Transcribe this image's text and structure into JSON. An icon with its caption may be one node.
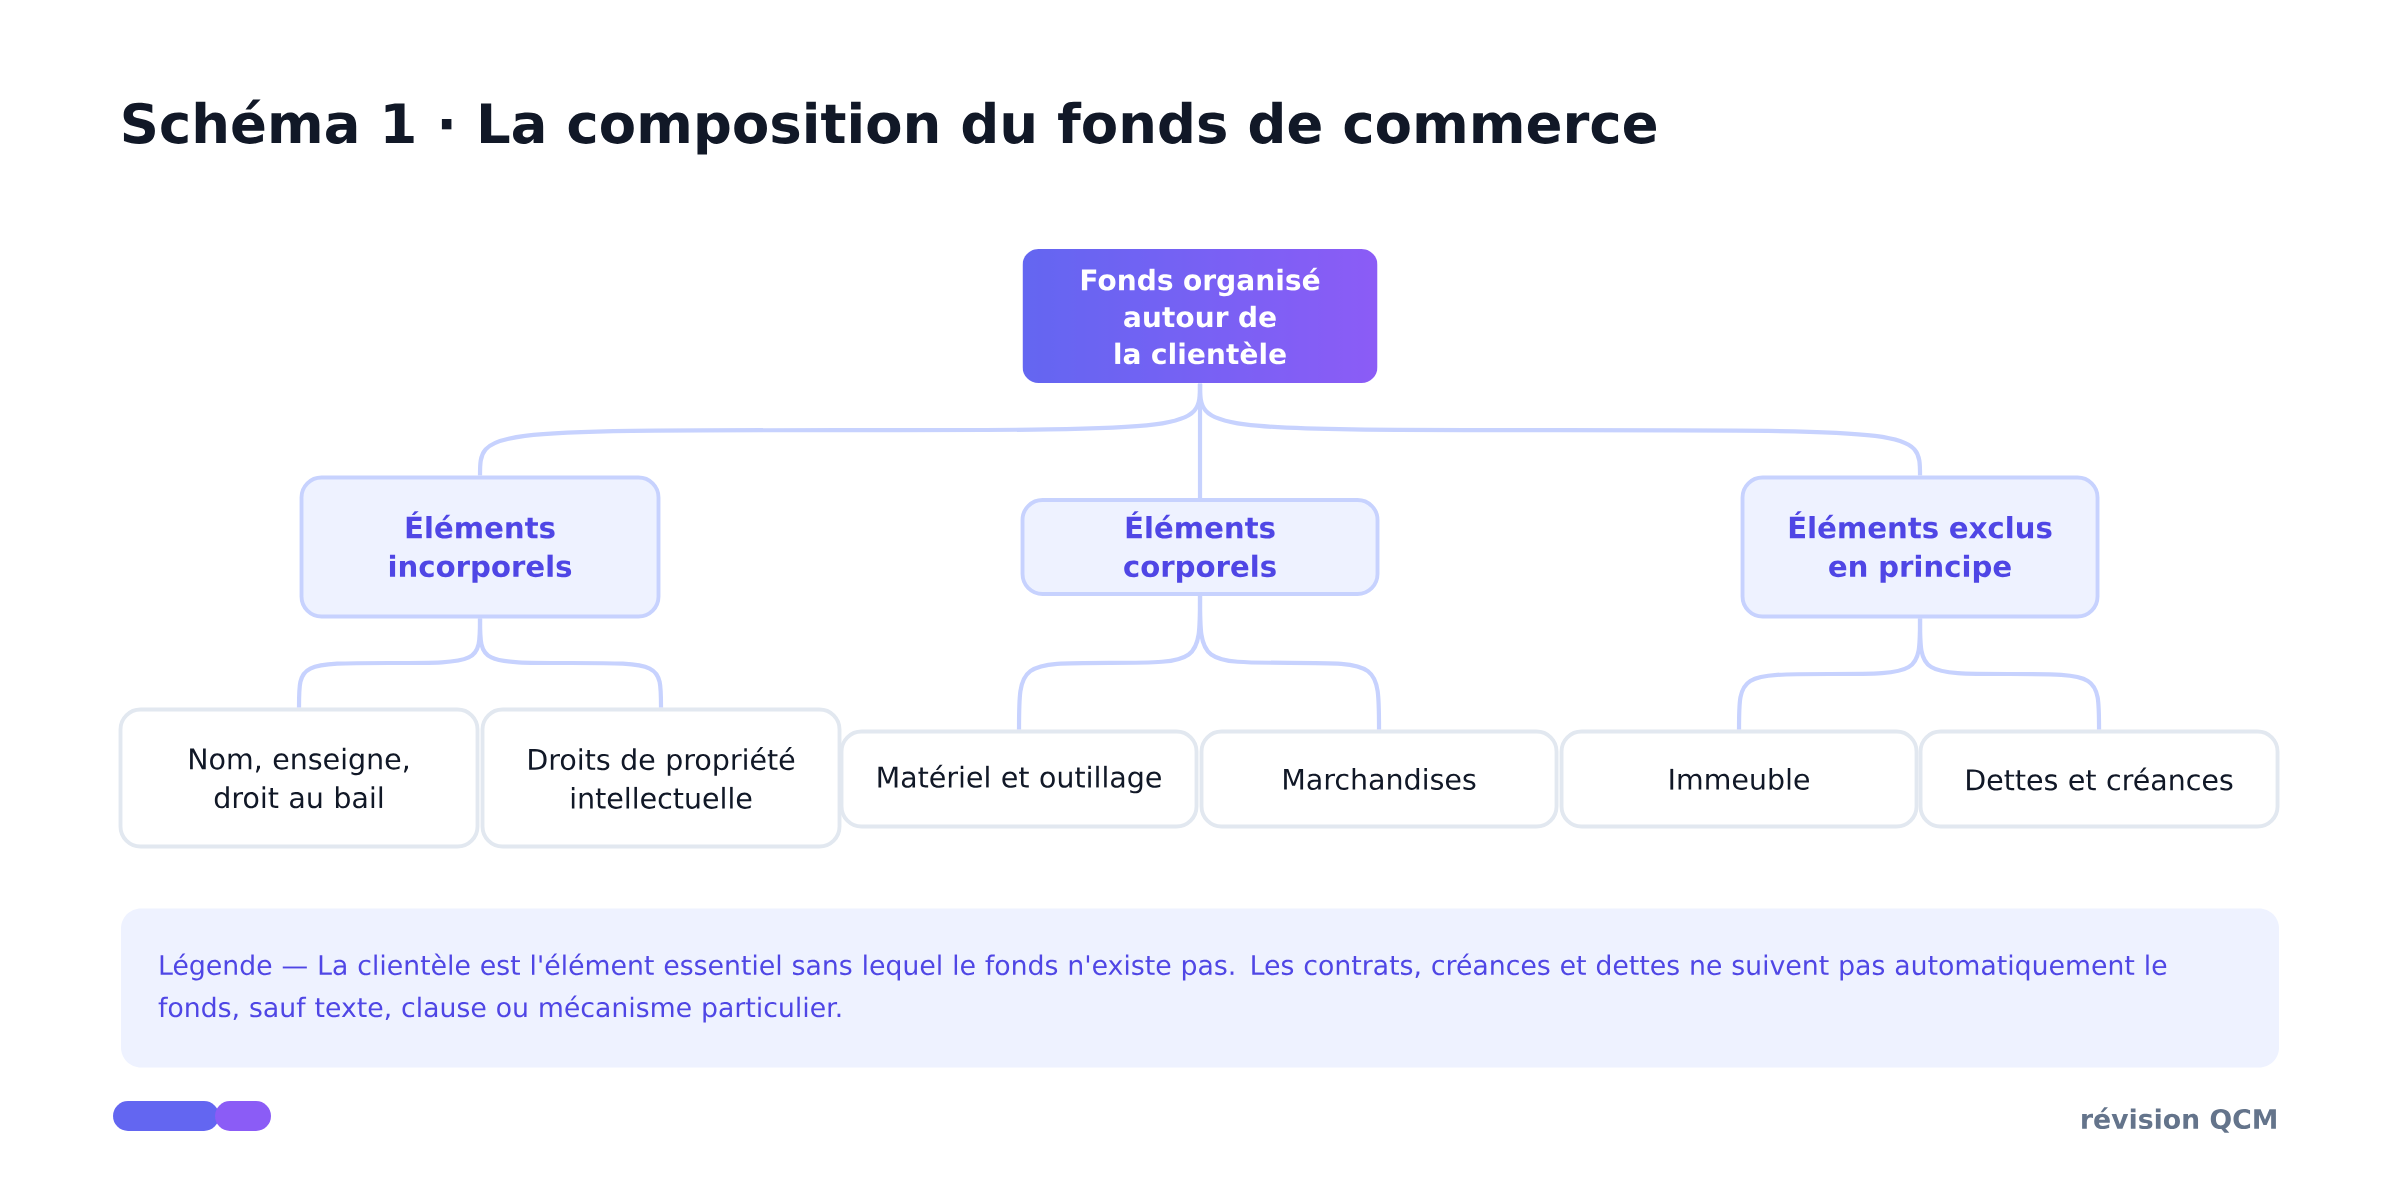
{
  "diagram": {
    "title": "Schéma 1 · La composition du fonds de commerce",
    "nodes": [
      {
        "text": [
          "Fonds organisé autour de la clientèle"
        ]
      },
      {
        "text": [
          "Éléments incorporels"
        ]
      },
      {
        "text": [
          "Éléments corporels"
        ]
      },
      {
        "text": [
          "Éléments exclus en principe"
        ]
      },
      {
        "text": [
          "Nom, enseigne, droit au bail"
        ]
      },
      {
        "text": [
          "Droits de propriété intellectuelle"
        ]
      },
      {
        "text": [
          "Matériel et outillage"
        ]
      },
      {
        "text": [
          "Marchandises"
        ]
      },
      {
        "text": [
          "Immeuble"
        ]
      },
      {
        "text": [
          "Dettes et créances"
        ]
      },
      {
        "text": [
          "Légende — La clientèle est l'élément essentiel sans lequel le fonds n'existe pas. Les contrats, créances et dettes ne suivent pas automatiquement le fonds, sauf texte, clause ou mécanisme particulier."
        ]
      }
    ],
    "edges": [
      {
        "from": 0,
        "to": 1,
        "arrow": "none"
      },
      {
        "from": 0,
        "to": 2,
        "arrow": "none"
      },
      {
        "from": 0,
        "to": 3,
        "arrow": "none"
      },
      {
        "from": 1,
        "to": 4,
        "arrow": "none"
      },
      {
        "from": 1,
        "to": 5,
        "arrow": "none"
      },
      {
        "from": 2,
        "to": 6,
        "arrow": "none"
      },
      {
        "from": 2,
        "to": 7,
        "arrow": "none"
      },
      {
        "from": 3,
        "to": 8,
        "arrow": "none"
      },
      {
        "from": 3,
        "to": 9,
        "arrow": "none"
      }
    ],
    "labels": [
      "révision QCM"
    ]
  }
}
